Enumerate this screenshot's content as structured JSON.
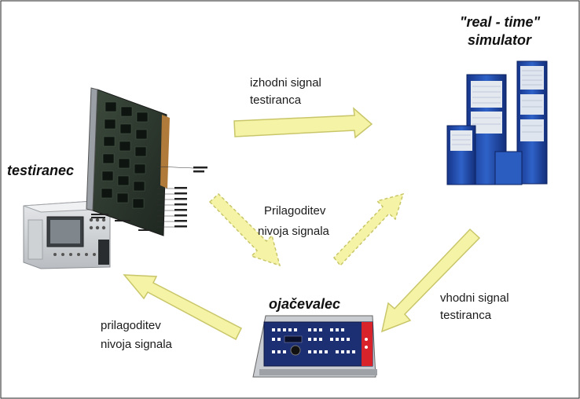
{
  "titles": {
    "simulator_line1": "\"real - time\"",
    "simulator_line2": "simulator",
    "dut": "testiranec",
    "amplifier": "ojačevalec"
  },
  "labels": {
    "top_line1": "izhodni signal",
    "top_line2": "testiranca",
    "middle_line1": "Prilagoditev",
    "middle_line2": "nivoja signala",
    "right_line1": "vhodni signal",
    "right_line2": "testiranca",
    "left_line1": "prilagoditev",
    "left_line2": "nivoja signala"
  },
  "colors": {
    "arrow_fill": "#f5f3a6",
    "arrow_stroke": "#c9c66a",
    "simulator_blue": "#1f4fb0",
    "amplifier_red": "#d8232a"
  },
  "icons": [
    "circuit-board-image",
    "test-instrument-image",
    "simulator-rack-image",
    "amplifier-image"
  ]
}
